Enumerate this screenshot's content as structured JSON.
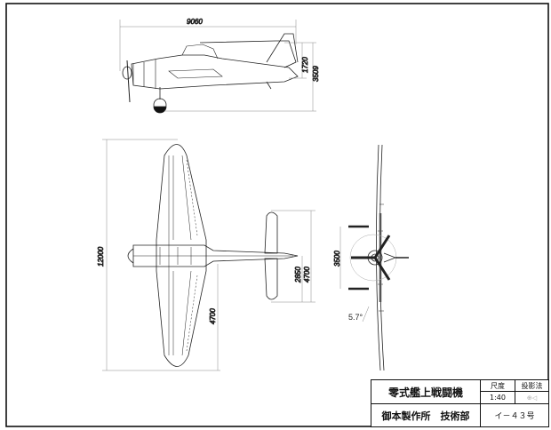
{
  "drawing": {
    "dimensions": {
      "length": "9060",
      "height_fin": "1720",
      "height_total": "3509",
      "span": "12000",
      "half_span": "4700",
      "tail_span_half": "2850",
      "tail_span": "4700",
      "track": "3500",
      "dihedral": "5.7°"
    }
  },
  "title_block": {
    "title": "零式艦上戦闘機",
    "scale_label": "尺度",
    "scale_value": "1:40",
    "projection_label": "投影法",
    "projection_symbol": "⊕◁",
    "company": "御本製作所　技術部",
    "drawing_number": "イ－４３号"
  }
}
